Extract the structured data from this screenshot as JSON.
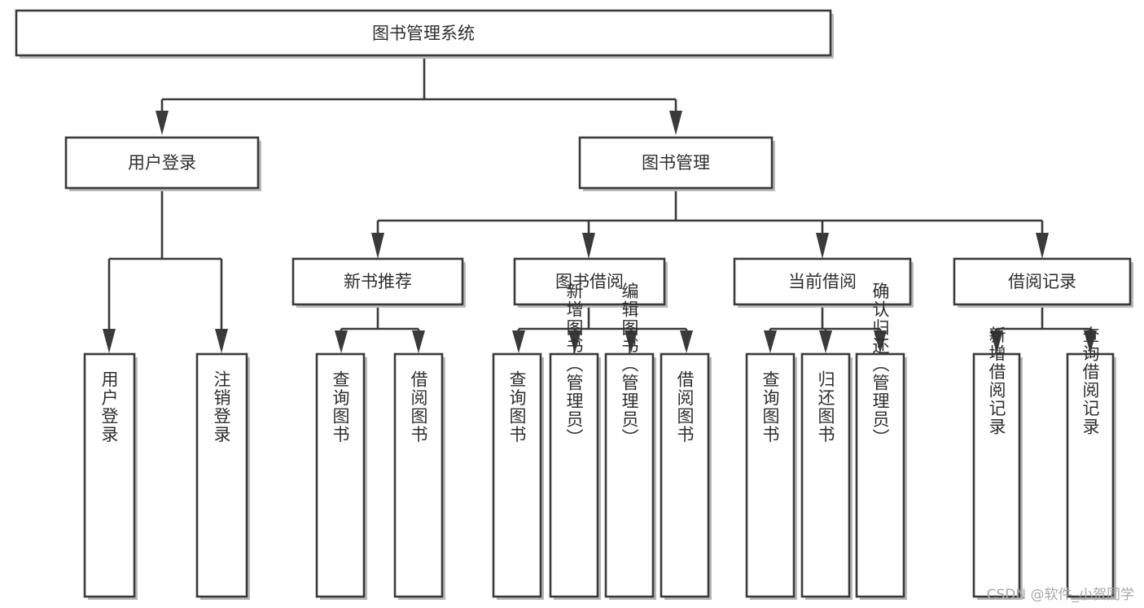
{
  "diagram": {
    "title": "图书管理系统",
    "type": "hierarchy-tree",
    "watermark": "CSDN @软件_小贺同学",
    "colors": {
      "stroke": "#3a3a3a",
      "fill": "#ffffff",
      "text": "#2e2e2e",
      "shadow": "#b9b9b9",
      "watermark": "#a8a8a8"
    },
    "levels": {
      "root": {
        "label": "图书管理系统"
      },
      "level2": [
        {
          "label": "用户登录"
        },
        {
          "label": "图书管理"
        }
      ],
      "level3": [
        {
          "label": "新书推荐"
        },
        {
          "label": "图书借阅"
        },
        {
          "label": "当前借阅"
        },
        {
          "label": "借阅记录"
        }
      ],
      "leaves_user_login": [
        {
          "label": "用户登录"
        },
        {
          "label": "注销登录"
        }
      ],
      "leaves_new_book": [
        {
          "label": "查询图书"
        },
        {
          "label": "借阅图书"
        }
      ],
      "leaves_borrow": [
        {
          "label": "查询图书"
        },
        {
          "label": "新增图书（管理员）"
        },
        {
          "label": "编辑图书（管理员）"
        },
        {
          "label": "借阅图书"
        }
      ],
      "leaves_current": [
        {
          "label": "查询图书"
        },
        {
          "label": "归还图书"
        },
        {
          "label": "确认归还（管理员）"
        }
      ],
      "leaves_records": [
        {
          "label": "新增借阅记录"
        },
        {
          "label": "查询借阅记录"
        }
      ]
    }
  }
}
